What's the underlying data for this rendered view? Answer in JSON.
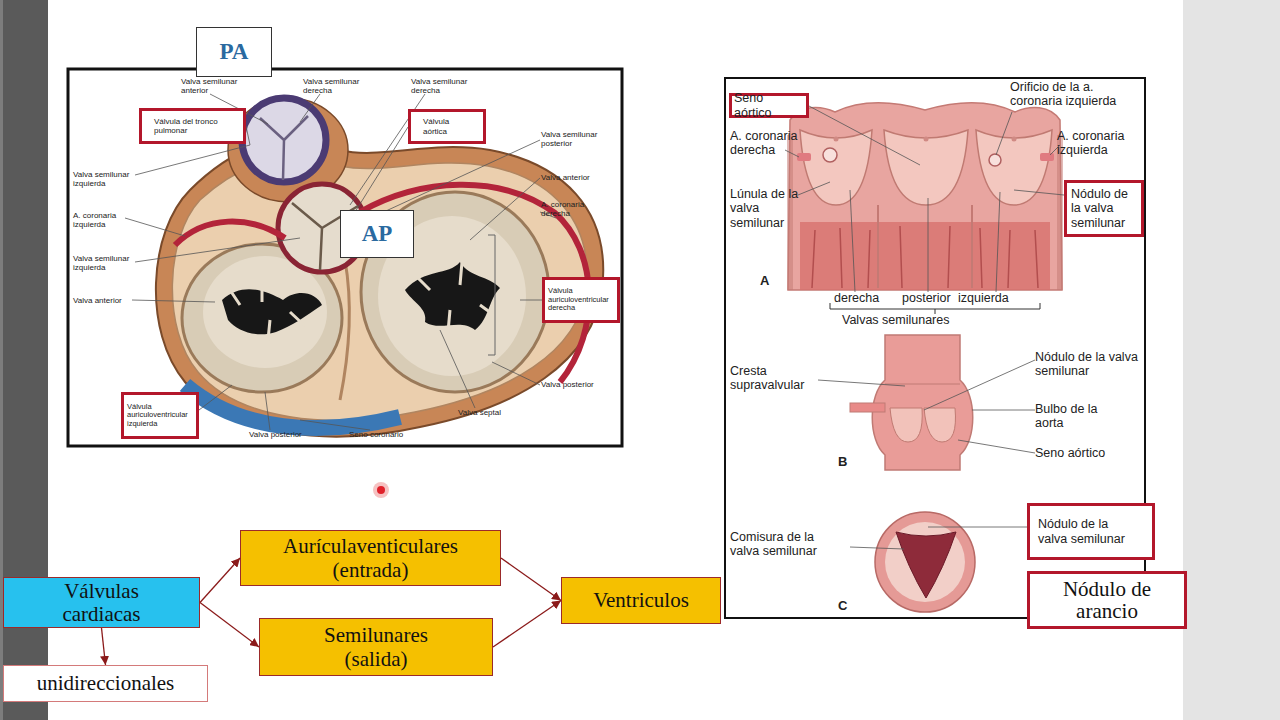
{
  "diagram": {
    "nodes": [
      {
        "text": [
          "PA"
        ]
      },
      {
        "text": [
          "Válvula del tronco pulmonar"
        ]
      },
      {
        "text": [
          "Válvula aórtica"
        ]
      },
      {
        "text": [
          "AP"
        ]
      },
      {
        "text": [
          "Válvula auriculoventricular derecha"
        ]
      },
      {
        "text": [
          "Válvula auriculoventricular izquierda"
        ]
      },
      {
        "text": [
          "Seno aórtico"
        ]
      },
      {
        "text": [
          "Nódulo de la valva semilunar"
        ]
      },
      {
        "text": [
          "Nódulo de la valva semilunar"
        ]
      },
      {
        "text": [
          "Nódulo de arancio"
        ]
      },
      {
        "text": [
          "Válvulas cardiacas"
        ]
      },
      {
        "text": [
          "Aurículaventiculares (entrada)"
        ]
      },
      {
        "text": [
          "Semilunares (salida)"
        ]
      },
      {
        "text": [
          "Ventriculos"
        ]
      },
      {
        "text": [
          "unidireccionales"
        ]
      }
    ],
    "edges": [
      {
        "from": 10,
        "to": 11,
        "arrow": "to"
      },
      {
        "from": 10,
        "to": 12,
        "arrow": "to"
      },
      {
        "from": 10,
        "to": 14,
        "arrow": "to"
      },
      {
        "from": 11,
        "to": 13,
        "arrow": "to"
      },
      {
        "from": 12,
        "to": 13,
        "arrow": "to"
      }
    ],
    "labels": [
      "Valva semilunar anterior",
      "Valva semilunar derecha",
      "Valva semilunar derecha",
      "Valva semilunar posterior",
      "Valva anterior",
      "A. coronaria derecha",
      "Valva semilunar izquierda",
      "A. coronaria izquierda",
      "Valva semilunar izquierda",
      "Valva anterior",
      "Valva posterior",
      "Valva septal",
      "Seno coronario",
      "Valva posterior",
      "Orificio de la a. coronaria izquierda",
      "A. coronaria derecha",
      "A. coronaria izquierda",
      "Lúnula de la valva semilunar",
      "A",
      "derecha",
      "posterior",
      "izquierda",
      "Valvas semilunares",
      "Cresta supravalvular",
      "Nódulo de la valva semilunar",
      "Bulbo de la aorta",
      "Seno aórtico",
      "B",
      "Comisura de la valva semilunar",
      "C"
    ]
  }
}
